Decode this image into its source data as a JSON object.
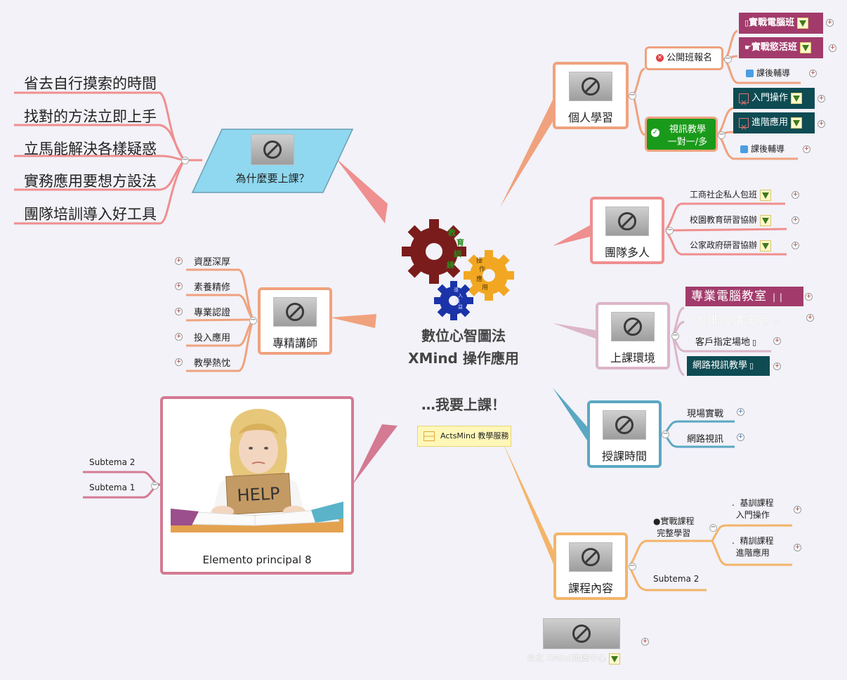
{
  "center": {
    "title1": "數位心智圖法",
    "title2": "XMind 操作應用",
    "subtitle": "…我要上課！",
    "callout": "ActsMind 教學服務",
    "gear_big": [
      "教",
      "育",
      "訓",
      "練"
    ],
    "gear_mid": [
      "操",
      "作",
      "應",
      "用"
    ],
    "gear_small": [
      "導",
      "入",
      "效",
      "益"
    ]
  },
  "why": {
    "title": "為什麼要上課？",
    "items": [
      "省去自行摸索的時間",
      "找對的方法立即上手",
      "立馬能解決各樣疑惑",
      "實務應用要想方設法",
      "團隊培訓導入好工具"
    ]
  },
  "teacher": {
    "title": "專精講師",
    "items": [
      "資歷深厚",
      "素養精修",
      "專業認證",
      "投入應用",
      "教學熱忱"
    ]
  },
  "image_topic": {
    "title": "Elemento principal  8",
    "help_sign": "HELP",
    "subs": [
      "Subtema 2",
      "Subtema 1"
    ]
  },
  "personal": {
    "title": "個人學習",
    "public": {
      "label": "公開班報名",
      "items": [
        "實戰電腦班",
        "實戰慾活班",
        "課後輔導"
      ]
    },
    "video": {
      "label_line1": "視訊教學",
      "label_line2": "一對一/多",
      "items": [
        "入門操作",
        "進階應用",
        "課後輔導"
      ]
    }
  },
  "team": {
    "title": "團隊多人",
    "items": [
      "工商社企私人包班",
      "校園教育研習協辦",
      "公家政府研習協辦"
    ]
  },
  "venue": {
    "title": "上課環境",
    "items": [
      "專業電腦教室",
      "咖啡館講演廳",
      "客戶指定場地",
      "網路視訊教學"
    ]
  },
  "time": {
    "title": "授課時間",
    "items": [
      "現場實戰",
      "網路視訊"
    ]
  },
  "course": {
    "title": "課程內容",
    "branch_line1": "實戰課程",
    "branch_line2": "完整學習",
    "basic_line1": "基訓課程",
    "basic_line2": "入門操作",
    "adv_line1": "精訓課程",
    "adv_line2": "進階應用",
    "sub": "Subtema 2"
  },
  "footer": {
    "label": "台北 XMind推廣中心"
  },
  "colors": {
    "salmon": "#f0a27e",
    "pink": "#ef8f8f",
    "rose": "#d47a93",
    "lilac": "#dcb5c8",
    "teal": "#5aa7c2",
    "orange": "#f4b469",
    "dark_teal": "#0e4b53",
    "magenta": "#a23b6b",
    "green": "#1a9a1a"
  }
}
